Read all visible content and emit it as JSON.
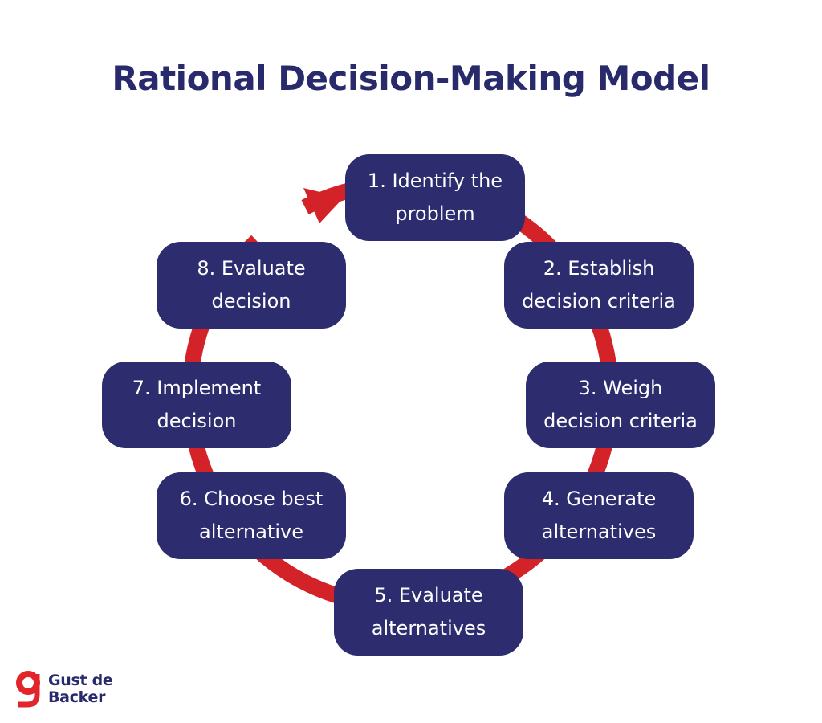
{
  "title": "Rational Decision-Making Model",
  "colors": {
    "title": "#282a6b",
    "box_fill": "#2c2c6e",
    "box_text": "#ffffff",
    "cycle_arrow": "#d42229",
    "logo_red": "#e2242b"
  },
  "steps": [
    {
      "line1": "1. Identify the",
      "line2": "problem"
    },
    {
      "line1": "2. Establish",
      "line2": "decision criteria"
    },
    {
      "line1": "3. Weigh",
      "line2": "decision criteria"
    },
    {
      "line1": "4. Generate",
      "line2": "alternatives"
    },
    {
      "line1": "5. Evaluate",
      "line2": "alternatives"
    },
    {
      "line1": "6. Choose best",
      "line2": "alternative"
    },
    {
      "line1": "7. Implement",
      "line2": "decision"
    },
    {
      "line1": "8. Evaluate",
      "line2": "decision"
    }
  ],
  "logo": {
    "line1": "Gust de",
    "line2": "Backer",
    "icon": "g-logo-icon"
  }
}
